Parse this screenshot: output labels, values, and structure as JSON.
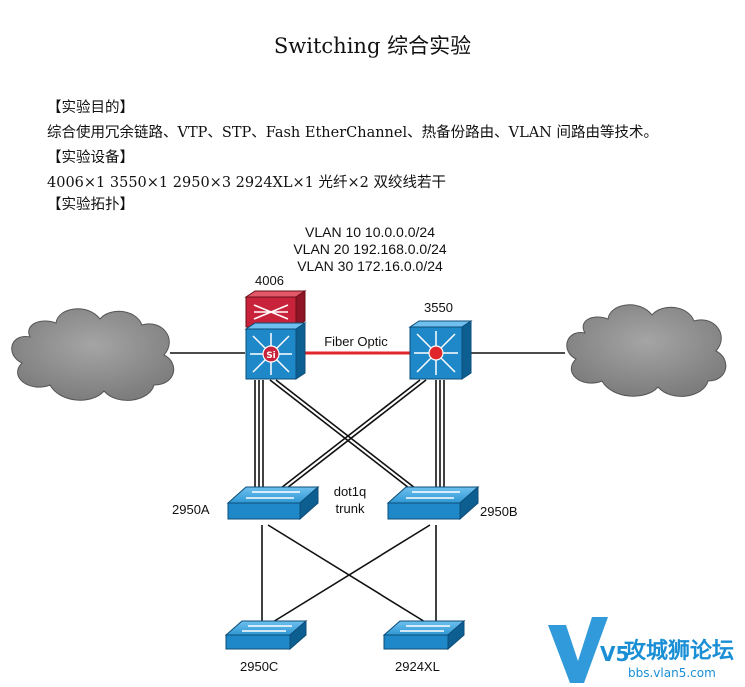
{
  "title": "Switching 综合实验",
  "sections": {
    "purpose_heading": "【实验目的】",
    "purpose_text": "综合使用冗余链路、VTP、STP、Fash EtherChannel、热备份路由、VLAN 间路由等技术。",
    "equipment_heading": "【实验设备】",
    "equipment_text": "4006×1  3550×1  2950×3  2924XL×1  光纤×2  双绞线若干",
    "topology_heading": "【实验拓扑】"
  },
  "topology": {
    "vlans": [
      "VLAN 10 10.0.0.0/24",
      "VLAN 20 192.168.0.0/24",
      "VLAN 30 172.16.0.0/24"
    ],
    "devices": {
      "core_left": "4006",
      "core_right": "3550",
      "access_a": "2950A",
      "access_b": "2950B",
      "access_c": "2950C",
      "access_d": "2924XL"
    },
    "link_fiber": "Fiber Optic",
    "trunk_label_1": "dot1q",
    "trunk_label_2": "trunk",
    "switch_badge": "Si"
  },
  "watermark": {
    "logo_mark": "V5",
    "title": "攻城狮论坛",
    "url": "bbs.vlan5.com"
  },
  "colors": {
    "switch_blue": "#1e88c8",
    "switch_dark": "#0d5f92",
    "router_red": "#c8233a",
    "fiber_red": "#e0262b",
    "cloud_gray": "#8a8a8a",
    "watermark_blue": "#1a8fd6"
  }
}
